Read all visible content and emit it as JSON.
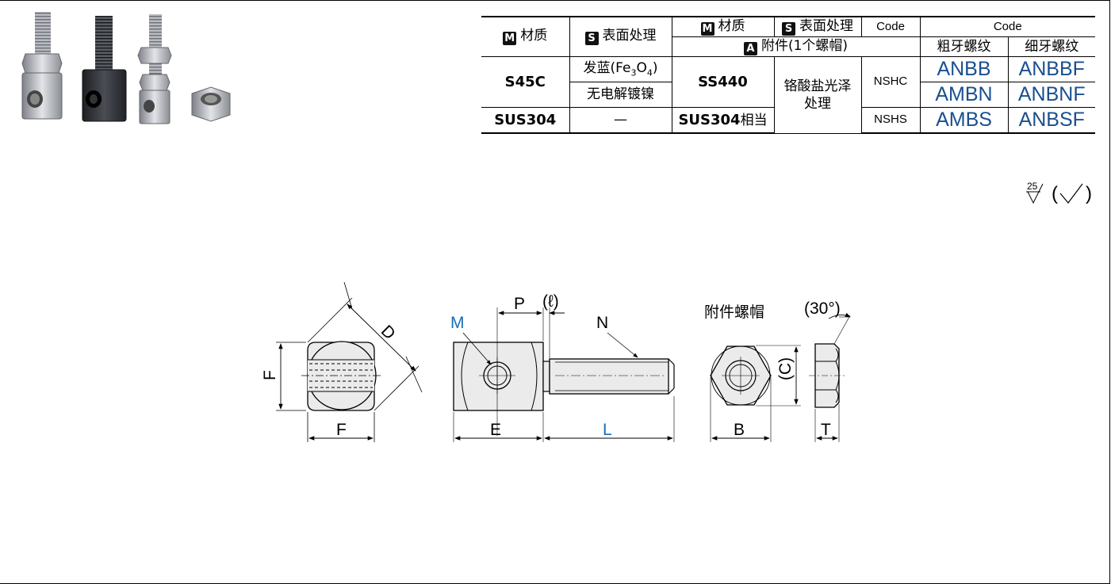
{
  "table": {
    "header1": {
      "material_badge": "M",
      "material_label": "材质",
      "surface_badge": "S",
      "surface_label": "表面处理",
      "nut_material_badge": "M",
      "nut_material_label": "材质",
      "nut_surface_badge": "S",
      "nut_surface_label": "表面处理",
      "nut_code_label": "Code",
      "code_label": "Code"
    },
    "header2": {
      "accessory_badge": "A",
      "accessory_label": "附件(1个螺帽)",
      "coarse_label": "粗牙螺纹",
      "fine_label": "细牙螺纹"
    },
    "rows": [
      {
        "material": "S45C",
        "surface_a": "发蓝(Fe",
        "surface_a_sub1": "3",
        "surface_a_mid": "O",
        "surface_a_sub2": "4",
        "surface_a_end": ")",
        "surface_b": "无电解镀镍",
        "nut_material": "SS440",
        "nut_surface_l1": "铬酸盐光泽",
        "nut_surface_l2": "处理",
        "nut_code": "NSHC",
        "coarse_a": "ANBB",
        "fine_a": "ANBBF",
        "coarse_b": "AMBN",
        "fine_b": "ANBNF"
      },
      {
        "material": "SUS304",
        "surface": "—",
        "nut_material_bold": "SUS304",
        "nut_material_suffix": "相当",
        "nut_code": "NSHS",
        "coarse": "AMBS",
        "fine": "ANBSF"
      }
    ]
  },
  "roughness": {
    "value": "25",
    "paren_open": "(",
    "paren_close": ")"
  },
  "drawing": {
    "labels": {
      "D": "D",
      "F_side": "F",
      "F_bottom": "F",
      "M": "M",
      "P": "P",
      "l": "(ℓ)",
      "N": "N",
      "E": "E",
      "L": "L",
      "nut_title": "附件螺帽",
      "angle": "(30°)",
      "C": "(C)",
      "B": "B",
      "T": "T"
    }
  }
}
